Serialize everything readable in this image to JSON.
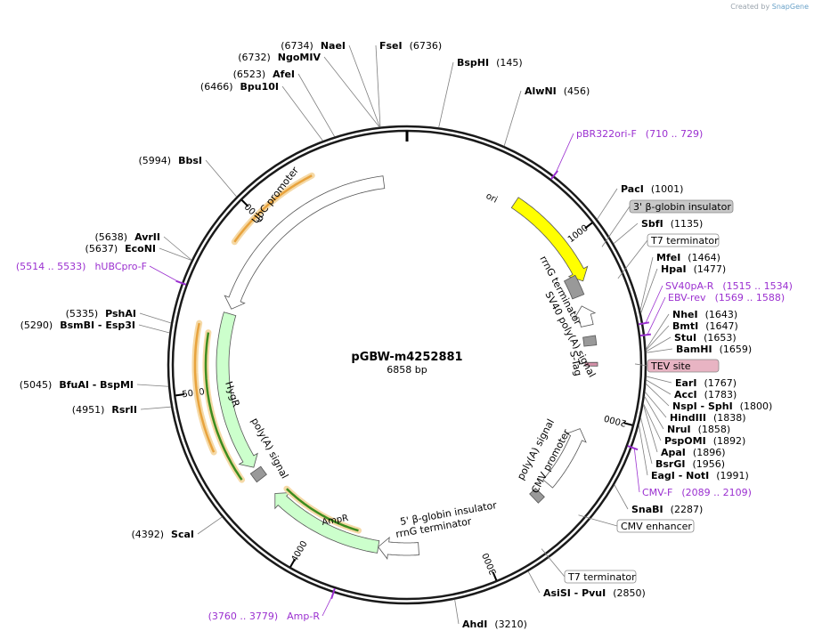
{
  "app": {
    "credit_prefix": "Created by",
    "credit_brand": "SnapGene"
  },
  "plasmid": {
    "name": "pGBW-m4252881",
    "length_label": "6858 bp",
    "length_bp": 6858
  },
  "ticks": [
    {
      "bp": 1000,
      "label": "1000"
    },
    {
      "bp": 2000,
      "label": "2000"
    },
    {
      "bp": 3000,
      "label": "3000"
    },
    {
      "bp": 4000,
      "label": "4000"
    },
    {
      "bp": 5000,
      "label": "5000"
    },
    {
      "bp": 6000,
      "label": "6000"
    }
  ],
  "features": [
    {
      "name": "ori",
      "label": "ori",
      "start": 640,
      "end": 1229,
      "color": "#ffff00",
      "dir": 1
    },
    {
      "name": "rrng-terminator-1",
      "label": "rrnG terminator",
      "start": 1180,
      "end": 1300,
      "color": "#999999",
      "dir": 0
    },
    {
      "name": "sv40-polya",
      "label": "SV40 poly(A) signal",
      "start": 1360,
      "end": 1480,
      "color": "#ffffff",
      "dir": -1
    },
    {
      "name": "s-tag",
      "label": "S-Tag",
      "start": 1545,
      "end": 1600,
      "color": "#999999",
      "dir": 0
    },
    {
      "name": "tev-site",
      "label": "TEV site",
      "start": 1700,
      "end": 1721,
      "color": "#d490a8",
      "dir": 0
    },
    {
      "name": "cmv-promoter",
      "label": "CMV promoter",
      "start": 2100,
      "end": 2480,
      "color": "#ffffff",
      "dir": -1
    },
    {
      "name": "polya-signal-1",
      "label": "poly(A) signal",
      "start": 2550,
      "end": 2600,
      "color": "#999999",
      "dir": 0
    },
    {
      "name": "rrng-terminator-2",
      "label": "rrnG terminator",
      "start": 3360,
      "end": 3600,
      "color": "#ffffff",
      "dir": 1
    },
    {
      "name": "ampr",
      "label": "AmpR",
      "start": 3600,
      "end": 4300,
      "color": "#ccffcc",
      "dir": 1
    },
    {
      "name": "polya-signal-2",
      "label": "poly(A) signal",
      "start": 4420,
      "end": 4480,
      "color": "#999999",
      "dir": 0
    },
    {
      "name": "hygr",
      "label": "HygR",
      "start": 4500,
      "end": 5450,
      "color": "#ccffcc",
      "dir": -1
    },
    {
      "name": "ubc-promoter",
      "label": "UbC promoter",
      "start": 5480,
      "end": 6720,
      "color": "#ffffff",
      "dir": -1
    }
  ],
  "orfs": [
    {
      "name": "orf-ubc",
      "start": 5820,
      "end": 6350,
      "dir": 1,
      "color": "#e8a33d"
    },
    {
      "name": "orf-hygr-orange",
      "start": 4680,
      "end": 5360,
      "dir": 1,
      "color": "#e8a33d"
    },
    {
      "name": "orf-hygr-green",
      "start": 4480,
      "end": 5320,
      "dir": -1,
      "color": "#3c8c1e"
    },
    {
      "name": "orf-ampr",
      "start": 3740,
      "end": 4270,
      "dir": 1,
      "color": "#3c8c1e"
    }
  ],
  "inner_labels": [
    {
      "name": "label-rrng-1",
      "text": "rrnG terminator"
    },
    {
      "name": "label-sv40",
      "text": "SV40 poly(A) signal"
    },
    {
      "name": "label-stag",
      "text": "S-Tag"
    },
    {
      "name": "label-polya-1",
      "text": "poly(A) signal"
    },
    {
      "name": "label-cmv-prom",
      "text": "CMV promoter"
    },
    {
      "name": "label-5beta",
      "text": "5' β-globin insulator"
    },
    {
      "name": "label-rrng-2",
      "text": "rrnG terminator"
    },
    {
      "name": "label-ampr",
      "text": "AmpR"
    },
    {
      "name": "label-polya-2",
      "text": "poly(A) signal"
    },
    {
      "name": "label-hygr",
      "text": "HygR"
    },
    {
      "name": "label-ubc",
      "text": "UbC promoter"
    },
    {
      "name": "label-ori",
      "text": "ori"
    }
  ],
  "enzymes_right": [
    {
      "name": "BspHI",
      "pos": "(145)",
      "bp": 145
    },
    {
      "name": "AlwNI",
      "pos": "(456)",
      "bp": 456
    },
    {
      "name": "PacI",
      "pos": "(1001)",
      "bp": 1001
    },
    {
      "name": "SbfI",
      "pos": "(1135)",
      "bp": 1135
    },
    {
      "name": "MfeI",
      "pos": "(1464)",
      "bp": 1464
    },
    {
      "name": "HpaI",
      "pos": "(1477)",
      "bp": 1477
    },
    {
      "name": "NheI",
      "pos": "(1643)",
      "bp": 1643
    },
    {
      "name": "BmtI",
      "pos": "(1647)",
      "bp": 1647
    },
    {
      "name": "StuI",
      "pos": "(1653)",
      "bp": 1653
    },
    {
      "name": "BamHI",
      "pos": "(1659)",
      "bp": 1659
    },
    {
      "name": "EarI",
      "pos": "(1767)",
      "bp": 1767
    },
    {
      "name": "AccI",
      "pos": "(1783)",
      "bp": 1783
    },
    {
      "name": "NspI - SphI",
      "pos": "(1800)",
      "bp": 1800
    },
    {
      "name": "HindIII",
      "pos": "(1838)",
      "bp": 1838
    },
    {
      "name": "NruI",
      "pos": "(1858)",
      "bp": 1858
    },
    {
      "name": "PspOMI",
      "pos": "(1892)",
      "bp": 1892
    },
    {
      "name": "ApaI",
      "pos": "(1896)",
      "bp": 1896
    },
    {
      "name": "BsrGI",
      "pos": "(1956)",
      "bp": 1956
    },
    {
      "name": "EagI - NotI",
      "pos": "(1991)",
      "bp": 1991
    },
    {
      "name": "SnaBI",
      "pos": "(2287)",
      "bp": 2287
    },
    {
      "name": "AsiSI - PvuI",
      "pos": "(2850)",
      "bp": 2850
    },
    {
      "name": "AhdI",
      "pos": "(3210)",
      "bp": 3210
    },
    {
      "name": "FseI",
      "pos": "(6736)",
      "bp": 6736
    }
  ],
  "enzymes_left": [
    {
      "name": "NaeI",
      "pos": "(6734)",
      "bp": 6734
    },
    {
      "name": "NgoMIV",
      "pos": "(6732)",
      "bp": 6732
    },
    {
      "name": "AfeI",
      "pos": "(6523)",
      "bp": 6523
    },
    {
      "name": "Bpu10I",
      "pos": "(6466)",
      "bp": 6466
    },
    {
      "name": "BbsI",
      "pos": "(5994)",
      "bp": 5994
    },
    {
      "name": "AvrII",
      "pos": "(5638)",
      "bp": 5638
    },
    {
      "name": "EcoNI",
      "pos": "(5637)",
      "bp": 5637
    },
    {
      "name": "PshAI",
      "pos": "(5335)",
      "bp": 5335
    },
    {
      "name": "BsmBI - Esp3I",
      "pos": "(5290)",
      "bp": 5290
    },
    {
      "name": "BfuAI - BspMI",
      "pos": "(5045)",
      "bp": 5045
    },
    {
      "name": "RsrII",
      "pos": "(4951)",
      "bp": 4951
    },
    {
      "name": "ScaI",
      "pos": "(4392)",
      "bp": 4392
    }
  ],
  "primers": [
    {
      "name": "pBR322ori-F",
      "range": "(710 .. 729)",
      "bp": 720
    },
    {
      "name": "SV40pA-R",
      "range": "(1515 .. 1534)",
      "bp": 1525
    },
    {
      "name": "EBV-rev",
      "range": "(1569 .. 1588)",
      "bp": 1578
    },
    {
      "name": "CMV-F",
      "range": "(2089 .. 2109)",
      "bp": 2099
    },
    {
      "name": "Amp-R",
      "range": "(3760 .. 3779)",
      "bp": 3770
    },
    {
      "name": "hUBCpro-F",
      "range": "(5514 .. 5533)",
      "bp": 5524
    }
  ],
  "boxed_labels": [
    {
      "name": "3' β-globin insulator",
      "style": "gray",
      "bp": 1120
    },
    {
      "name": "T7 terminator",
      "style": "white",
      "bp": 1290
    },
    {
      "name": "TEV site",
      "style": "pink",
      "bp": 1710
    },
    {
      "name": "CMV enhancer",
      "style": "white",
      "bp": 2500
    },
    {
      "name": "T7 terminator",
      "style": "white",
      "bp": 2740
    }
  ],
  "colors": {
    "primer": "#9b30d0",
    "backbone": "#1a1a1a",
    "line": "#7f7f7f"
  }
}
